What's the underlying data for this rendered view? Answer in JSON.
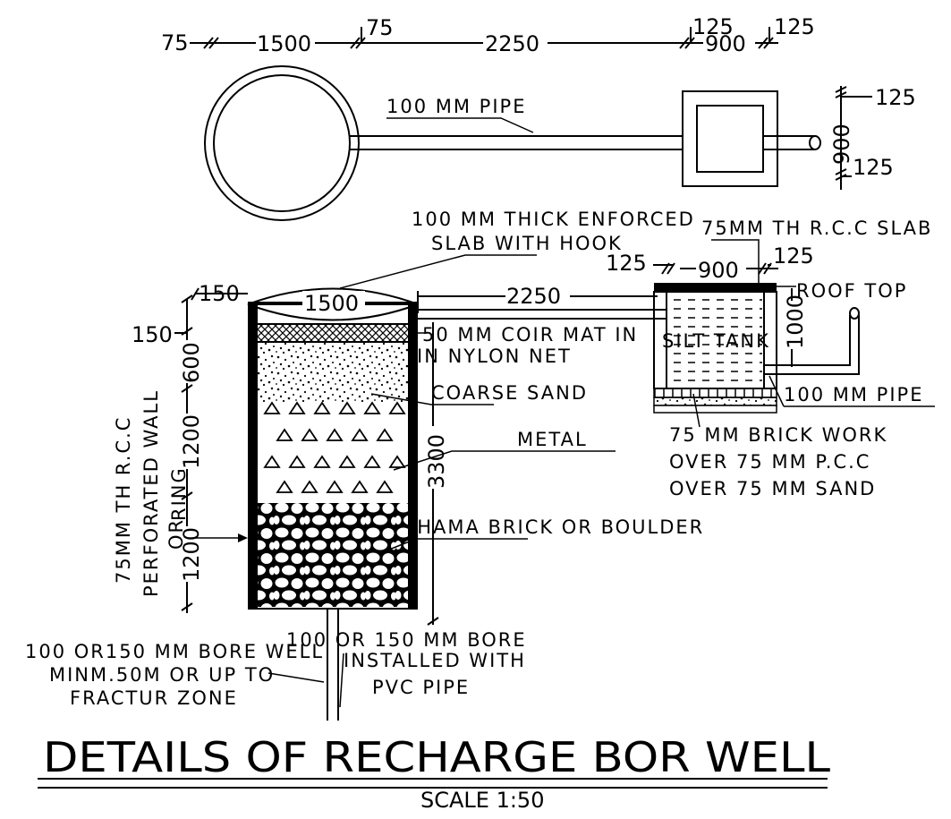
{
  "title": "DETAILS OF RECHARGE BOR WELL",
  "scale": "SCALE 1:50",
  "plan": {
    "dims_top": [
      "75",
      "1500",
      "75",
      "2250",
      "125",
      "900",
      "125"
    ],
    "pipe_label": "100 MM PIPE",
    "dims_right": [
      "125",
      "900",
      "125"
    ]
  },
  "section": {
    "slab_label_1": "100 MM THICK ENFORCED",
    "slab_label_2": "SLAB WITH HOOK",
    "tank_slab_label": "75MM TH R.C.C SLAB",
    "tank_dims": [
      "125",
      "900",
      "125"
    ],
    "well_dims": [
      "150",
      "1500",
      "2250"
    ],
    "roof_top": "ROOF TOP",
    "tank_height": "1000",
    "silt_tank": "SILT TANK",
    "pipe_label": "100 MM PIPE",
    "coir_1": "50 MM COIR MAT IN",
    "coir_2": "IN NYLON NET",
    "coarse_sand": "COARSE SAND",
    "metal": "METAL",
    "jhama": "JHAMA BRICK OR BOULDER",
    "brick_1": "75 MM BRICK WORK",
    "brick_2": "OVER 75 MM P.C.C",
    "brick_3": "OVER 75 MM SAND",
    "left_dims": [
      "150",
      "600",
      "1200",
      "1200"
    ],
    "depth": "3300",
    "wall_1": "75MM TH R.C.C",
    "wall_2": "PERFORATED WALL",
    "wall_3": "RING",
    "wall_4": "OR",
    "bore_1": "100 OR150 MM BORE WELL",
    "bore_2": "MINM.50M OR UP TO",
    "bore_3": "FRACTUR ZONE",
    "pvc_1": "100 OR 150 MM BORE",
    "pvc_2": "INSTALLED WITH",
    "pvc_3": "PVC PIPE"
  }
}
